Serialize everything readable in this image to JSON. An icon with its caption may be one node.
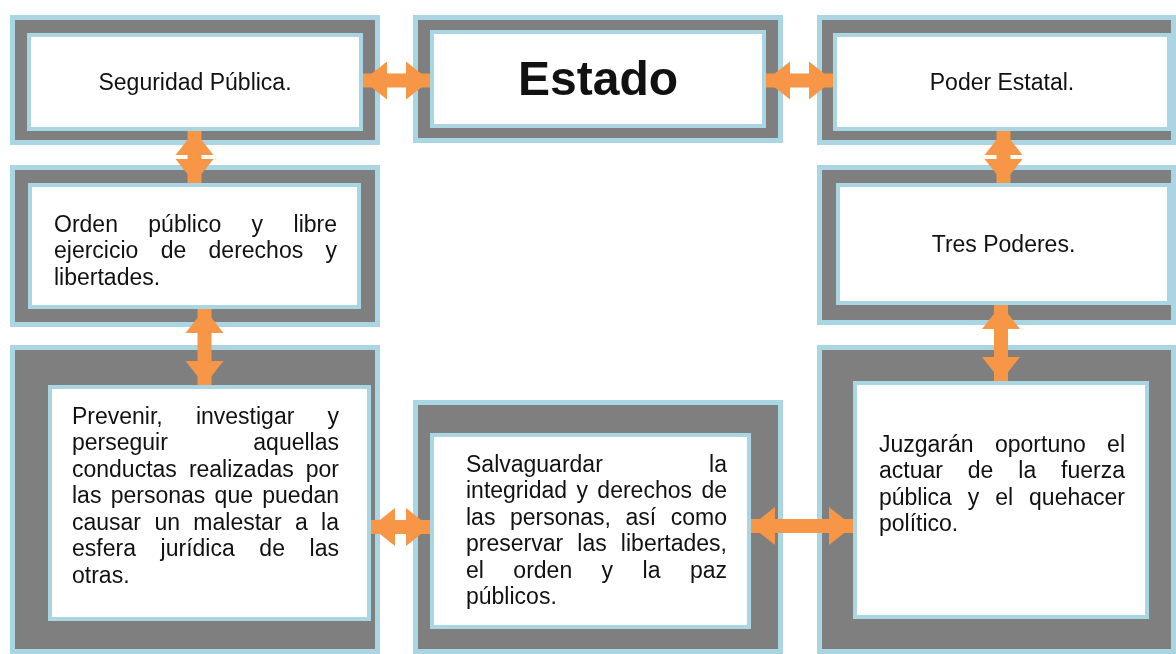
{
  "diagram": {
    "nodes": [
      {
        "text": [
          "Seguridad Pública."
        ]
      },
      {
        "text": [
          "Estado"
        ]
      },
      {
        "text": [
          "Poder Estatal."
        ]
      },
      {
        "text": [
          "Orden público y libre ejercicio de derechos y libertades."
        ]
      },
      {
        "text": [
          "Tres Poderes."
        ]
      },
      {
        "text": [
          "Prevenir, investigar y perseguir aquellas conductas realizadas por las personas que puedan causar un malestar a la esfera jurídica de las otras."
        ]
      },
      {
        "text": [
          "Salvaguardar la integridad y derechos de las personas, así como preservar las libertades, el orden y la paz públicos."
        ]
      },
      {
        "text": [
          "Juzgarán oportuno el actuar de la fuerza pública y el quehacer político."
        ]
      }
    ],
    "edges": [
      {
        "from": 0,
        "to": 1,
        "arrow": "both"
      },
      {
        "from": 1,
        "to": 2,
        "arrow": "both"
      },
      {
        "from": 0,
        "to": 3,
        "arrow": "both"
      },
      {
        "from": 2,
        "to": 4,
        "arrow": "both"
      },
      {
        "from": 3,
        "to": 5,
        "arrow": "both"
      },
      {
        "from": 4,
        "to": 7,
        "arrow": "both"
      },
      {
        "from": 5,
        "to": 6,
        "arrow": "both"
      },
      {
        "from": 6,
        "to": 7,
        "arrow": "both"
      }
    ]
  }
}
